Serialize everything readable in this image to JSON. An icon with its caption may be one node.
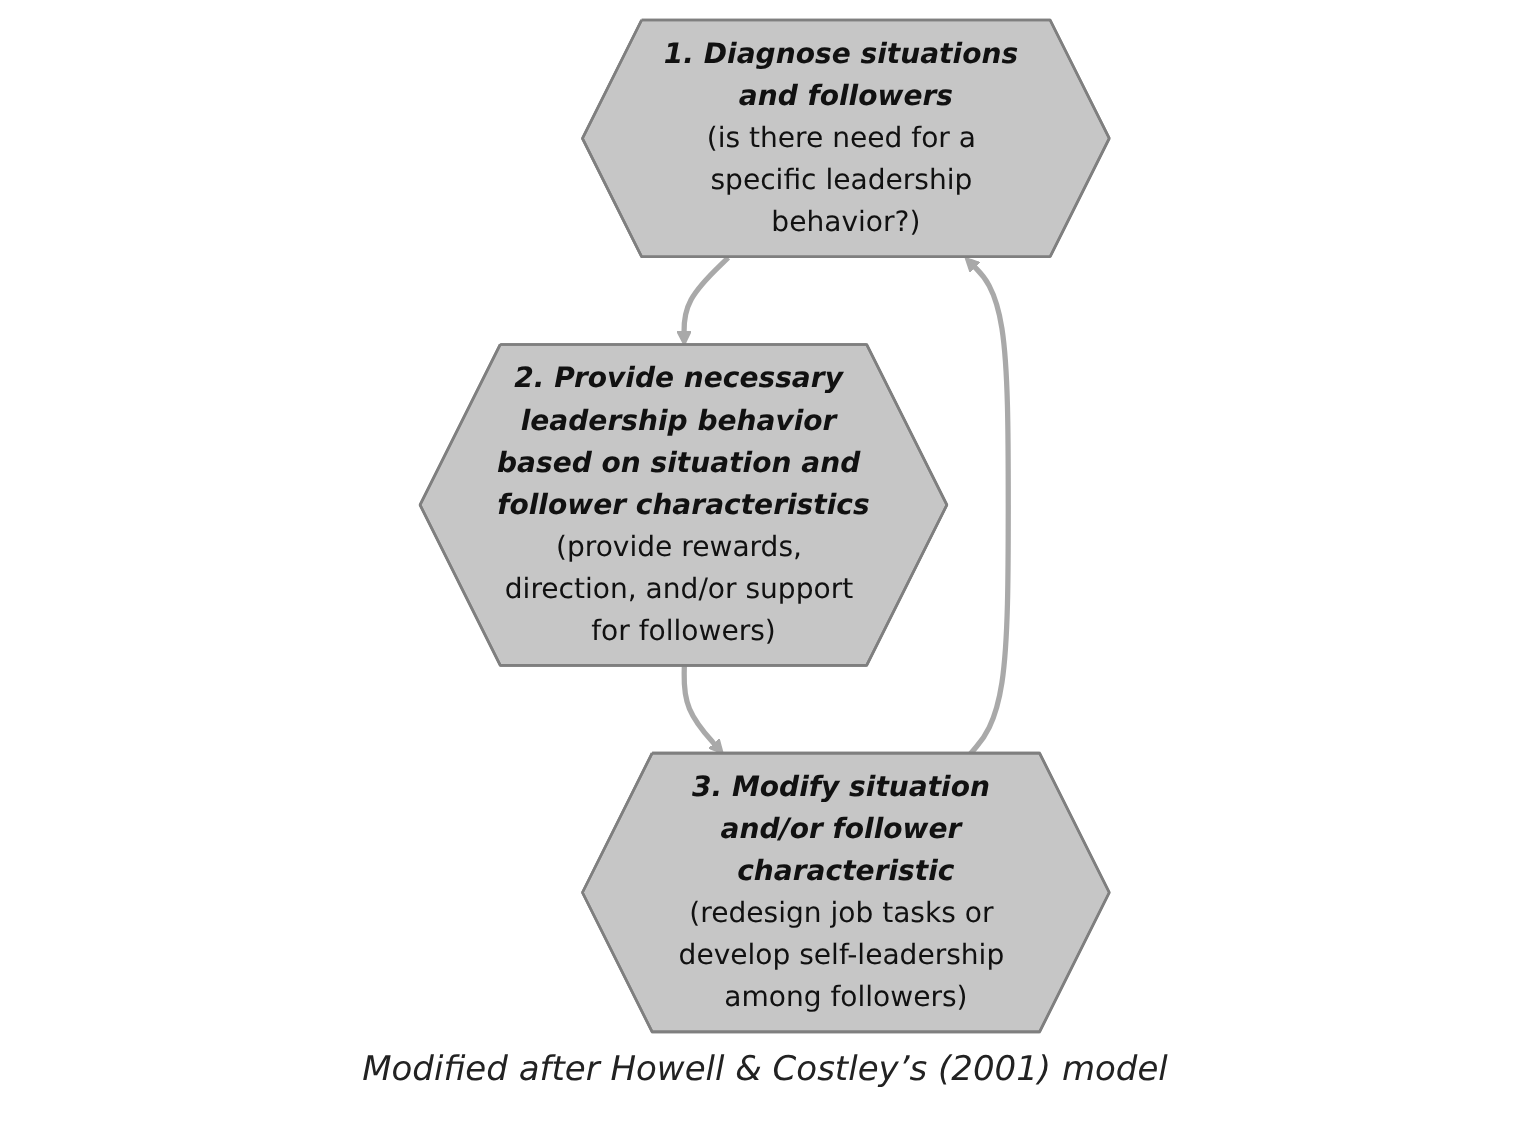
{
  "diagram": {
    "caption": "Modified after Howell & Costley’s (2001) model",
    "nodes": [
      {
        "text": [
          "1. Diagnose situations and followers",
          "(is there need for a specific leadership behavior?)"
        ]
      },
      {
        "text": [
          "2. Provide necessary leadership behavior based on situation and follower characteristics",
          "(provide rewards, direction, and/or support for followers)"
        ]
      },
      {
        "text": [
          "3. Modify situation and/or follower characteristic",
          "(redesign job tasks or develop self-leadership among followers)"
        ]
      }
    ],
    "edges": [
      {
        "from": 0,
        "to": 1,
        "arrow": "to"
      },
      {
        "from": 1,
        "to": 2,
        "arrow": "to"
      },
      {
        "from": 2,
        "to": 0,
        "arrow": "to"
      }
    ]
  }
}
